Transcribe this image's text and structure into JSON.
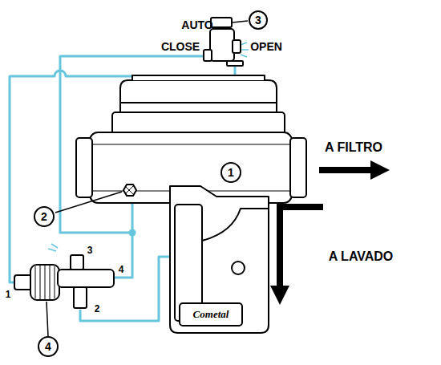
{
  "diagram": {
    "nodes": [
      {
        "text": [
          "3"
        ]
      },
      {
        "text": [
          "1"
        ]
      },
      {
        "text": [
          "2"
        ]
      },
      {
        "text": [
          "4"
        ]
      }
    ],
    "labels": [
      "AUTO",
      "CLOSE",
      "OPEN",
      "A FILTRO",
      "A LAVADO",
      "1",
      "3",
      "4",
      "2",
      "Cometal"
    ]
  }
}
